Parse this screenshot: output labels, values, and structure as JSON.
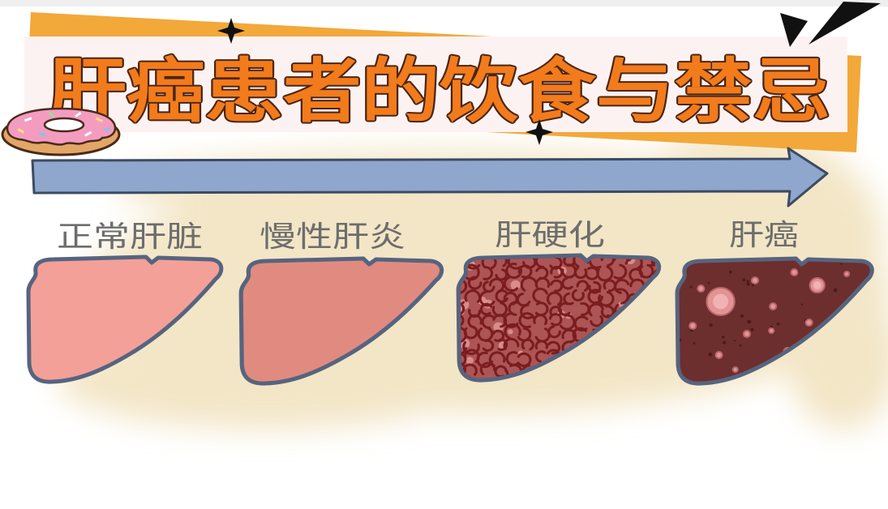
{
  "title": "肝癌患者的饮食与禁忌",
  "stages": [
    {
      "label": "正常肝脏",
      "color": "#f3a099"
    },
    {
      "label": "慢性肝炎",
      "color": "#e18b80"
    },
    {
      "label": "肝硬化",
      "color": "#ad5555"
    },
    {
      "label": "肝癌",
      "color": "#6d2e2e"
    }
  ],
  "colors": {
    "title_fill": "#f27b1c",
    "title_outline": "#4a2512",
    "banner": "#fdf2f2",
    "tape": "#f3a83a",
    "arrow": "#8fa7cc",
    "arrow_outline": "#3e4a63",
    "liver_outline": "#56647f",
    "label": "#6d6d6d",
    "stain": "#f1e2bd",
    "cirrhosis_lines": "#7b1d20",
    "tumor_spot": "#e39394"
  },
  "icons": {
    "donut": "donut-icon",
    "sparkle": "sparkle-icon",
    "wedge": "wedge-icon",
    "arrow": "progression-arrow"
  }
}
